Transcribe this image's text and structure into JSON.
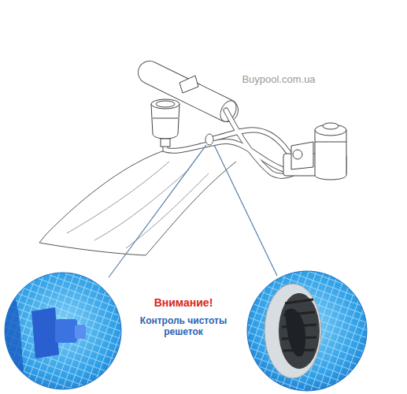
{
  "diagram": {
    "labels": [
      "Buypool.com.ua",
      "Внимание!",
      "Контроль чистоты решеток"
    ]
  }
}
